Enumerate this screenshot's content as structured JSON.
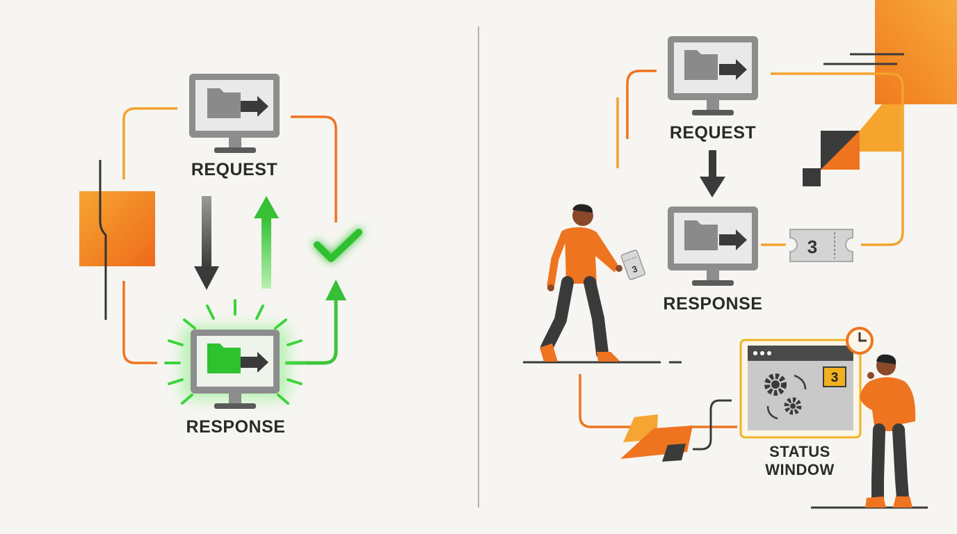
{
  "left_panel": {
    "request_label": "REQUEST",
    "response_label": "RESPONSE"
  },
  "right_panel": {
    "request_label": "REQUEST",
    "response_label": "RESPONSE",
    "ticket_number": "3",
    "ticket_in_hand_number": "3",
    "status_window": {
      "label_line1": "STATUS",
      "label_line2": "WINDOW",
      "counter": "3"
    }
  },
  "icons": [
    "monitor-icon",
    "folder-icon",
    "arrow-right-icon",
    "arrow-down-icon",
    "arrow-up-icon",
    "checkmark-icon",
    "ticket-icon",
    "gear-icon",
    "clock-icon",
    "walking-person",
    "thinking-person"
  ],
  "colors": {
    "orange": "#f07a1e",
    "orange_light": "#f6a532",
    "green": "#3cc43c",
    "gray": "#8c8c8c",
    "dark": "#3a3a3a",
    "background": "#f6f5f1"
  }
}
